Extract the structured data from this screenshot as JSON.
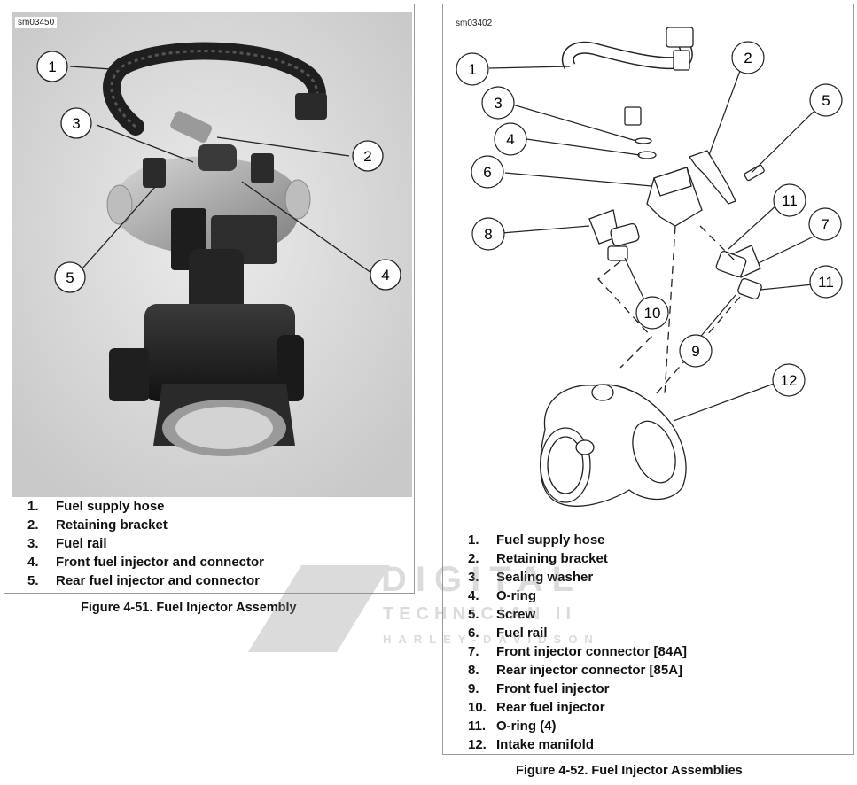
{
  "figure1": {
    "tag": "sm03450",
    "caption": "Figure 4-51. Fuel Injector Assembly",
    "callouts": [
      "1",
      "2",
      "3",
      "4",
      "5"
    ],
    "legend": [
      {
        "num": "1.",
        "text": "Fuel supply hose"
      },
      {
        "num": "2.",
        "text": "Retaining bracket"
      },
      {
        "num": "3.",
        "text": "Fuel rail"
      },
      {
        "num": "4.",
        "text": "Front fuel injector and connector"
      },
      {
        "num": "5.",
        "text": "Rear fuel injector and connector"
      }
    ]
  },
  "figure2": {
    "tag": "sm03402",
    "caption": "Figure 4-52. Fuel Injector Assemblies",
    "callouts": [
      "1",
      "2",
      "3",
      "4",
      "5",
      "6",
      "7",
      "8",
      "9",
      "10",
      "11",
      "11",
      "12"
    ],
    "legend": [
      {
        "num": "1.",
        "text": "Fuel supply hose"
      },
      {
        "num": "2.",
        "text": "Retaining bracket"
      },
      {
        "num": "3.",
        "text": "Sealing washer"
      },
      {
        "num": "4.",
        "text": "O-ring"
      },
      {
        "num": "5.",
        "text": "Screw"
      },
      {
        "num": "6.",
        "text": "Fuel rail"
      },
      {
        "num": "7.",
        "text": "Front injector connector [84A]"
      },
      {
        "num": "8.",
        "text": "Rear injector connector [85A]"
      },
      {
        "num": "9.",
        "text": "Front fuel injector"
      },
      {
        "num": "10.",
        "text": "Rear fuel injector"
      },
      {
        "num": "11.",
        "text": "O-ring (4)"
      },
      {
        "num": "12.",
        "text": "Intake manifold"
      }
    ]
  },
  "watermark": {
    "line1": "DIGITAL",
    "line2": "TECHNICIAN II",
    "line3": "HARLEY-DAVIDSON"
  }
}
